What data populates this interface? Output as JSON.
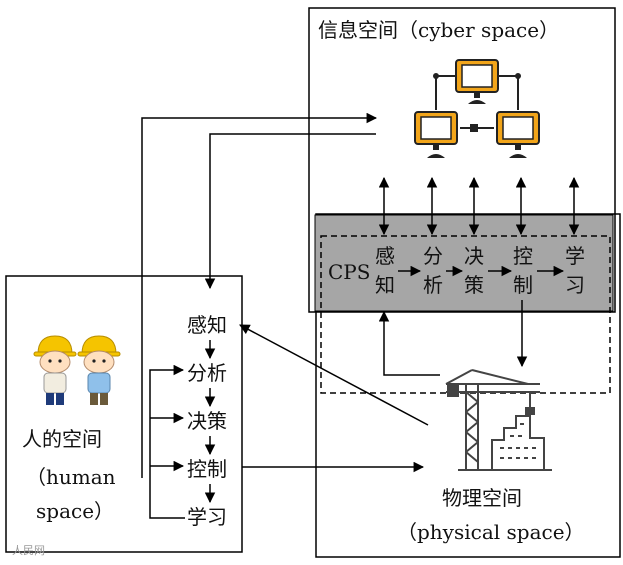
{
  "cyber": {
    "title": "信息空间（cyber space）"
  },
  "cps": {
    "label": "CPS",
    "stages": [
      {
        "line1": "感",
        "line2": "知"
      },
      {
        "line1": "分",
        "line2": "析"
      },
      {
        "line1": "决",
        "line2": "策"
      },
      {
        "line1": "控",
        "line2": "制"
      },
      {
        "line1": "学",
        "line2": "习"
      }
    ]
  },
  "human": {
    "title_cn": "人的空间",
    "title_en_1": "（human",
    "title_en_2": "space）",
    "steps": [
      "感知",
      "分析",
      "决策",
      "控制",
      "学习"
    ]
  },
  "physical": {
    "title_cn": "物理空间",
    "title_en": "（physical space）"
  },
  "watermark": "人民网",
  "colors": {
    "cps_band": "#a6a6a6",
    "computer": "#f2a51a",
    "line": "#000000"
  }
}
